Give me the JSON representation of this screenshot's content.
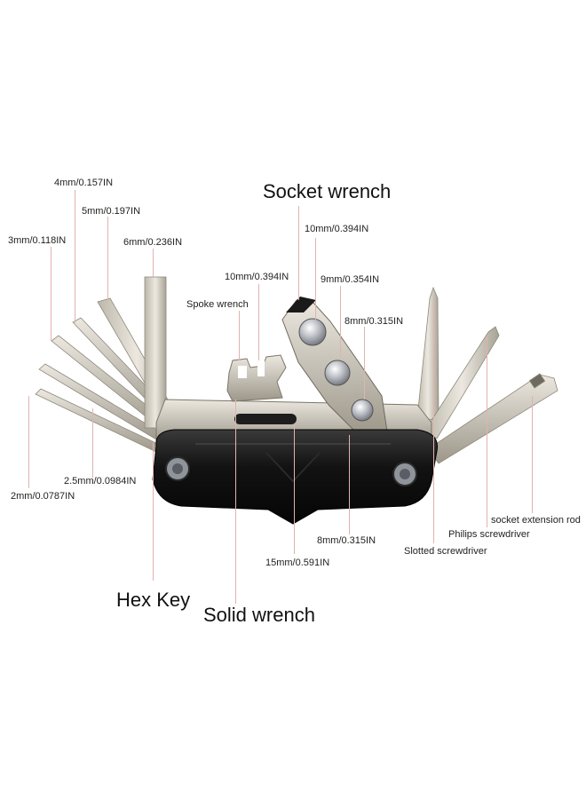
{
  "labels": {
    "socket_wrench": "Socket wrench",
    "hex_key": "Hex Key",
    "solid_wrench": "Solid wrench",
    "spoke_wrench": "Spoke wrench",
    "hex_4mm": "4mm/0.157IN",
    "hex_5mm": "5mm/0.197IN",
    "hex_3mm": "3mm/0.118IN",
    "hex_6mm": "6mm/0.236IN",
    "hex_2_5mm": "2.5mm/0.0984IN",
    "hex_2mm": "2mm/0.0787IN",
    "socket_10mm": "10mm/0.394IN",
    "solid_10mm": "10mm/0.394IN",
    "socket_9mm": "9mm/0.354IN",
    "socket_8mm": "8mm/0.315IN",
    "solid_8mm": "8mm/0.315IN",
    "solid_15mm": "15mm/0.591IN",
    "socket_extension_rod": "socket extension rod",
    "philips_screwdriver": "Philips screwdriver",
    "slotted_screwdriver": "Slotted screwdriver"
  },
  "colors": {
    "leader_line": "#e0b3ad",
    "body_black": "#141414",
    "steel_light": "#e6e2da",
    "steel_dark": "#8e887c",
    "chrome": "#c9ccd0"
  }
}
